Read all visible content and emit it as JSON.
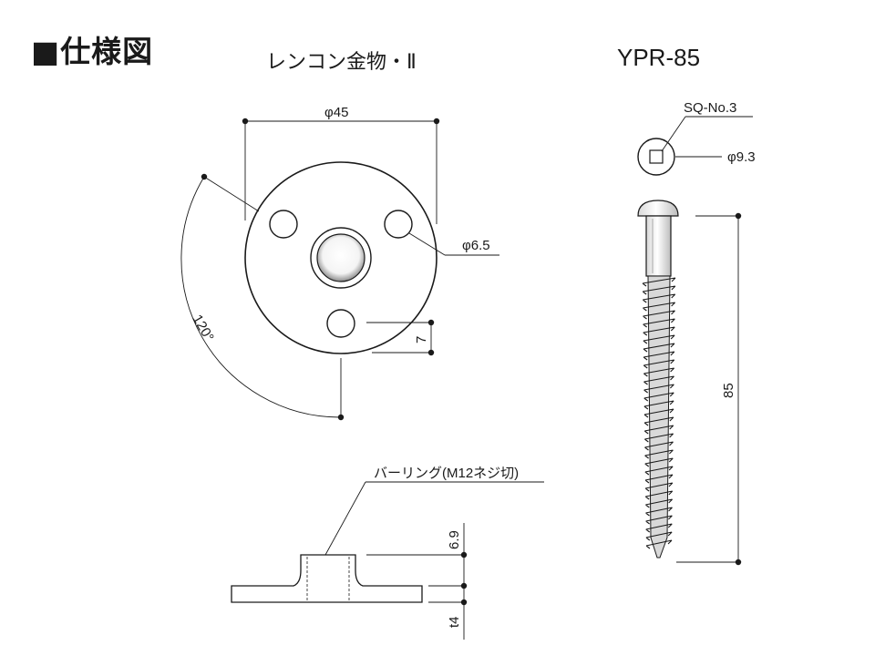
{
  "heading": "■仕様図",
  "titles": {
    "left": "レンコン金物・Ⅱ",
    "right": "YPR-85"
  },
  "dimensions": {
    "plate_diameter": "φ45",
    "hole_diameter": "φ6.5",
    "hole_angle": "120°",
    "hole_offset": "7",
    "boss_height": "6.9",
    "plate_thickness": "t4",
    "barring_note": "バーリング(M12ネジ切)",
    "screw_drive": "SQ-No.3",
    "screw_head_diameter": "φ9.3",
    "screw_length": "85"
  }
}
